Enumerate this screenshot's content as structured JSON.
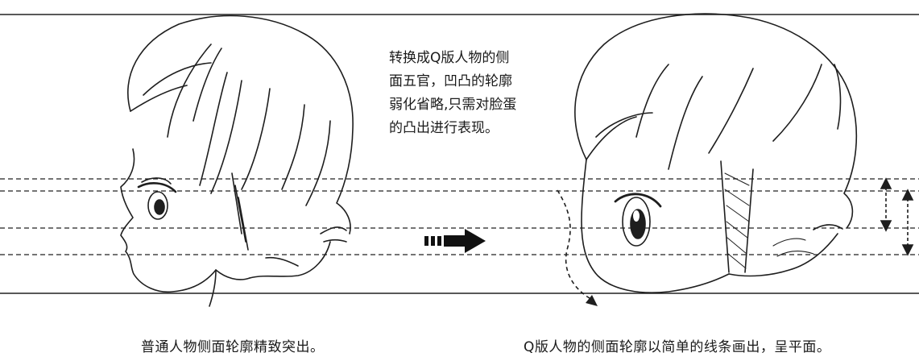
{
  "note": {
    "lines": [
      "转换成Q版人物的侧",
      "面五官，凹凸的轮廓",
      "弱化省略,只需对脸蛋",
      "的凸出进行表现。"
    ]
  },
  "captions": {
    "left": "普通人物侧面轮廓精致突出。",
    "right": "Q版人物的侧面轮廓以简单的线条画出，呈平面。"
  }
}
